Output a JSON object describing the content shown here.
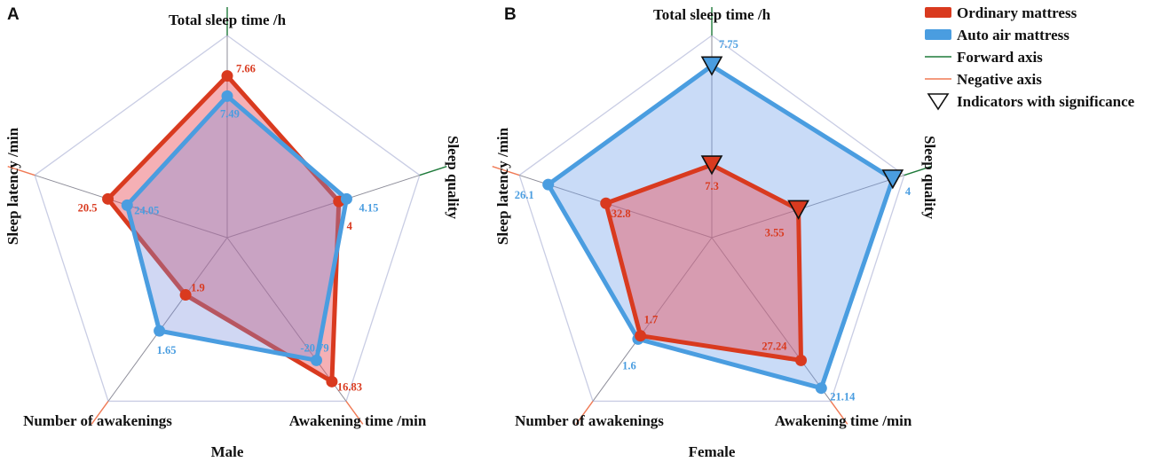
{
  "legend": [
    {
      "label": "Ordinary mattress",
      "kind": "thick-line",
      "color": "#d93a1f"
    },
    {
      "label": "Auto air mattress",
      "kind": "thick-line",
      "color": "#4a9de0"
    },
    {
      "label": "Forward axis",
      "kind": "thin-line",
      "color": "#1e7a3a"
    },
    {
      "label": "Negative axis",
      "kind": "thin-line",
      "color": "#f07a55"
    },
    {
      "label": "Indicators with significance",
      "kind": "triangle",
      "color": "#111111"
    }
  ],
  "colors": {
    "ordinary": "#d93a1f",
    "auto": "#4a9de0",
    "forward_axis": "#1e7a3a",
    "negative_axis": "#f07a55",
    "grid": "#c9cde4"
  },
  "chart_data": [
    {
      "type": "radar",
      "panel": "A",
      "caption": "Male",
      "axes": [
        {
          "label": "Total sleep time /h",
          "direction": "forward"
        },
        {
          "label": "Sleep quality",
          "direction": "forward"
        },
        {
          "label": "Awakening time /min",
          "direction": "negative"
        },
        {
          "label": "Number of awakenings",
          "direction": "negative"
        },
        {
          "label": "Sleep latency /min",
          "direction": "negative"
        }
      ],
      "series": [
        {
          "name": "Ordinary mattress",
          "values": [
            7.66,
            4,
            16.83,
            1.9,
            20.5
          ],
          "labels": [
            "7.66",
            "4",
            "16.83",
            "1.9",
            "20.5"
          ],
          "radial_fraction": [
            0.8,
            0.58,
            0.88,
            0.35,
            0.62
          ]
        },
        {
          "name": "Auto air mattress",
          "values": [
            7.49,
            4.15,
            -20.79,
            1.65,
            24.05
          ],
          "labels": [
            "7.49",
            "4.15",
            "-20.79",
            "1.65",
            "24.05"
          ],
          "radial_fraction": [
            0.7,
            0.62,
            0.75,
            0.57,
            0.52
          ]
        }
      ],
      "significant": []
    },
    {
      "type": "radar",
      "panel": "B",
      "caption": "Female",
      "axes": [
        {
          "label": "Total sleep time /h",
          "direction": "forward"
        },
        {
          "label": "Sleep quality",
          "direction": "forward"
        },
        {
          "label": "Awakening time /min",
          "direction": "negative"
        },
        {
          "label": "Number of awakenings",
          "direction": "negative"
        },
        {
          "label": "Sleep latency /min",
          "direction": "negative"
        }
      ],
      "series": [
        {
          "name": "Ordinary mattress",
          "values": [
            7.3,
            3.55,
            27.24,
            1.7,
            32.8
          ],
          "labels": [
            "7.3",
            "3.55",
            "27.24",
            "1.7",
            "32.8"
          ],
          "radial_fraction": [
            0.36,
            0.45,
            0.75,
            0.6,
            0.55
          ]
        },
        {
          "name": "Auto air mattress",
          "values": [
            7.75,
            4,
            21.14,
            1.6,
            26.1
          ],
          "labels": [
            "7.75",
            "4",
            "21.14",
            "1.6",
            "26.1"
          ],
          "radial_fraction": [
            0.85,
            0.94,
            0.92,
            0.62,
            0.85
          ]
        }
      ],
      "significant": [
        {
          "series": "Ordinary mattress",
          "axis_index": 0
        },
        {
          "series": "Ordinary mattress",
          "axis_index": 1
        },
        {
          "series": "Auto air mattress",
          "axis_index": 0
        },
        {
          "series": "Auto air mattress",
          "axis_index": 1
        }
      ]
    }
  ]
}
